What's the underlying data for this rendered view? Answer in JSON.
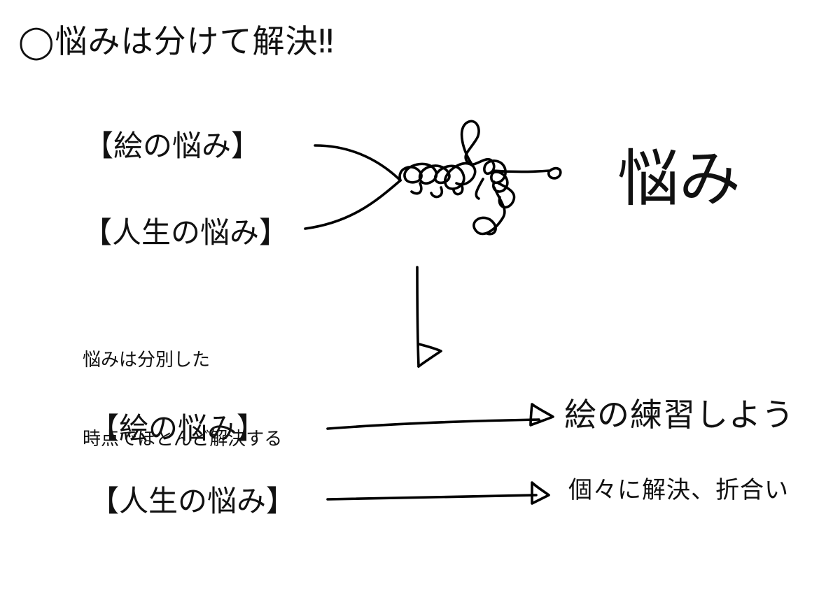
{
  "title": "◯悩みは分けて解決‼",
  "top_section": {
    "labels": [
      "【絵の悩み】",
      "【人生の悩み】"
    ],
    "merged_word": "悩み"
  },
  "note": {
    "lines": [
      "悩みは分別した",
      "時点でほとんど解決する"
    ]
  },
  "bottom_section": {
    "rows": [
      {
        "label": "【絵の悩み】",
        "result": "絵の練習しよう"
      },
      {
        "label": "【人生の悩み】",
        "result": "個々に解決、折合い"
      }
    ]
  },
  "colors": {
    "ink": "#000000",
    "background": "#ffffff"
  }
}
